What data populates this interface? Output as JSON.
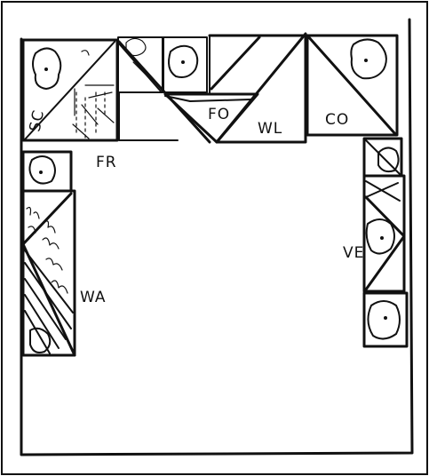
{
  "sketch": {
    "labels": {
      "fr": "FR",
      "fo": "FO",
      "wl": "WL",
      "co": "CO",
      "ve": "VE",
      "wa": "WA"
    },
    "colors": {
      "ink": "#111111",
      "paper": "#ffffff"
    }
  }
}
